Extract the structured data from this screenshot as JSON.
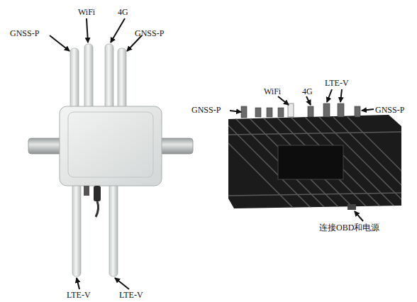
{
  "diagram": {
    "labels": [
      "GNSS-P",
      "WiFi",
      "4G",
      "GNSS-P",
      "LTE-V",
      "LTE-V",
      "GNSS-P",
      "WiFi",
      "4G",
      "LTE-V",
      "GNSS-P",
      "连接OBD和电源"
    ]
  }
}
